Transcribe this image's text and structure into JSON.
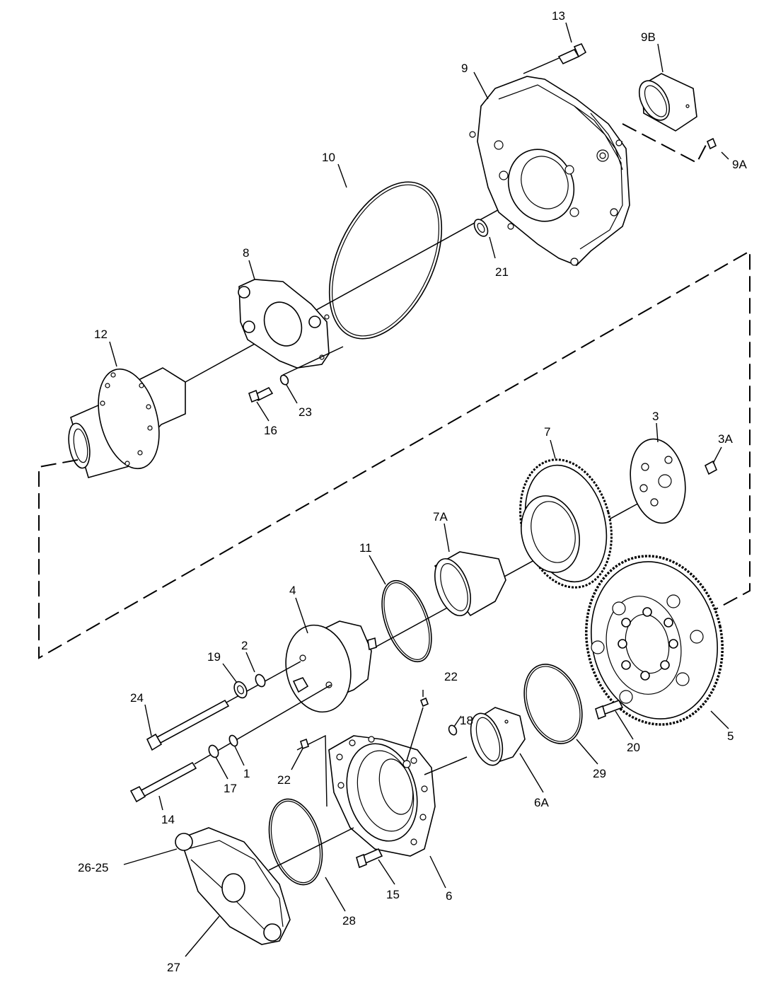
{
  "callouts": {
    "p1": "1",
    "p2": "2",
    "p3": "3",
    "p3a": "3A",
    "p4": "4",
    "p5": "5",
    "p6": "6",
    "p6a": "6A",
    "p7": "7",
    "p7a": "7A",
    "p8": "8",
    "p9": "9",
    "p9a": "9A",
    "p9b": "9B",
    "p10": "10",
    "p11": "11",
    "p12": "12",
    "p13": "13",
    "p14": "14",
    "p15": "15",
    "p16": "16",
    "p17": "17",
    "p18": "18",
    "p19": "19",
    "p20": "20",
    "p21": "21",
    "p22a": "22",
    "p22b": "22",
    "p23": "23",
    "p24": "24",
    "p2625": "26-25",
    "p27": "27",
    "p28": "28",
    "p29": "29"
  },
  "colors": {
    "line": "#000000",
    "background": "#ffffff"
  }
}
